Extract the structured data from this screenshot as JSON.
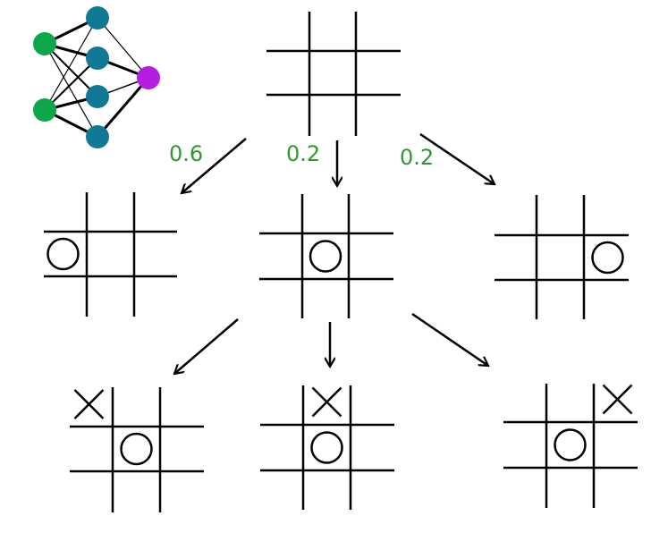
{
  "colors": {
    "ink": "#000000",
    "probability_text": "#2e9a2e",
    "input_node": "#0aa848",
    "hidden_node": "#107a96",
    "output_node": "#b41ee0"
  },
  "neural_net_icon": {
    "layers": [
      {
        "role": "input",
        "nodes": 2
      },
      {
        "role": "hidden",
        "nodes": 4
      },
      {
        "role": "output",
        "nodes": 1
      }
    ]
  },
  "root_board": {
    "cells": [
      "",
      "",
      "",
      "",
      "",
      "",
      "",
      "",
      ""
    ]
  },
  "first_moves": [
    {
      "probability": "0.6",
      "board": {
        "cells": [
          "",
          "",
          "",
          "O",
          "",
          "",
          "",
          "",
          ""
        ]
      }
    },
    {
      "probability": "0.2",
      "board": {
        "cells": [
          "",
          "",
          "",
          "",
          "O",
          "",
          "",
          "",
          ""
        ]
      }
    },
    {
      "probability": "0.2",
      "board": {
        "cells": [
          "",
          "",
          "",
          "",
          "",
          "O",
          "",
          "",
          ""
        ]
      }
    }
  ],
  "second_moves": [
    {
      "board": {
        "cells": [
          "X",
          "",
          "",
          "",
          "O",
          "",
          "",
          "",
          ""
        ]
      }
    },
    {
      "board": {
        "cells": [
          "",
          "X",
          "",
          "",
          "O",
          "",
          "",
          "",
          ""
        ]
      }
    },
    {
      "board": {
        "cells": [
          "",
          "",
          "X",
          "",
          "O",
          "",
          "",
          "",
          ""
        ]
      }
    }
  ]
}
